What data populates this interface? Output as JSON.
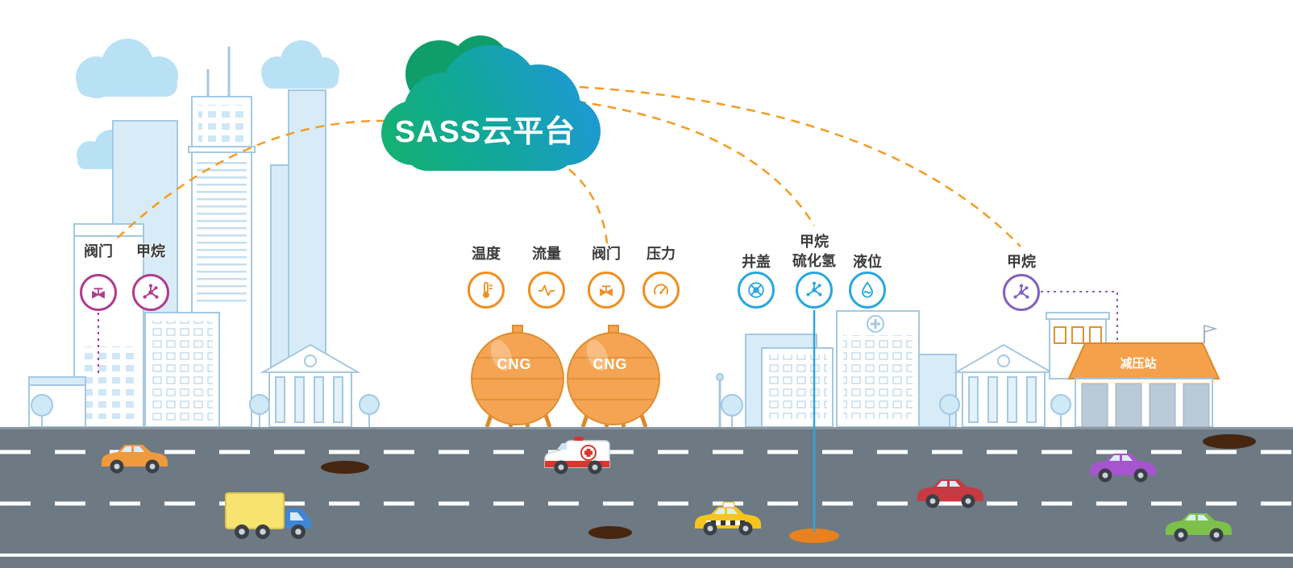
{
  "palette": {
    "cloud_gradient_start": "#14b26d",
    "cloud_gradient_end": "#1e99d6",
    "connector_orange": "#f59b24",
    "group_building_color": "#b03c8f",
    "group_cng_color": "#ef8f22",
    "group_manhole_color": "#2aa7e0",
    "group_station_color": "#8161c1",
    "tank_orange": "#f4a452",
    "road_gray": "#6d7983"
  },
  "cloud": {
    "title": "SASS云平台"
  },
  "groups": {
    "building": {
      "sensors": [
        {
          "label": "阀门",
          "icon": "valve-icon"
        },
        {
          "label": "甲烷",
          "icon": "methane-icon"
        }
      ]
    },
    "cng": {
      "sensors": [
        {
          "label": "温度",
          "icon": "temperature-icon"
        },
        {
          "label": "流量",
          "icon": "flow-icon"
        },
        {
          "label": "阀门",
          "icon": "valve-icon"
        },
        {
          "label": "压力",
          "icon": "pressure-icon"
        }
      ]
    },
    "manhole": {
      "sensors": [
        {
          "label": "井盖",
          "icon": "manhole-cover-icon"
        },
        {
          "label_line1": "甲烷",
          "label_line2": "硫化氢",
          "icon": "gas-molecule-icon"
        },
        {
          "label": "液位",
          "icon": "liquid-level-icon"
        }
      ]
    },
    "station": {
      "sensors": [
        {
          "label": "甲烷",
          "icon": "methane-icon"
        }
      ]
    }
  },
  "tanks": {
    "label": "CNG"
  },
  "station": {
    "label": "减压站"
  }
}
